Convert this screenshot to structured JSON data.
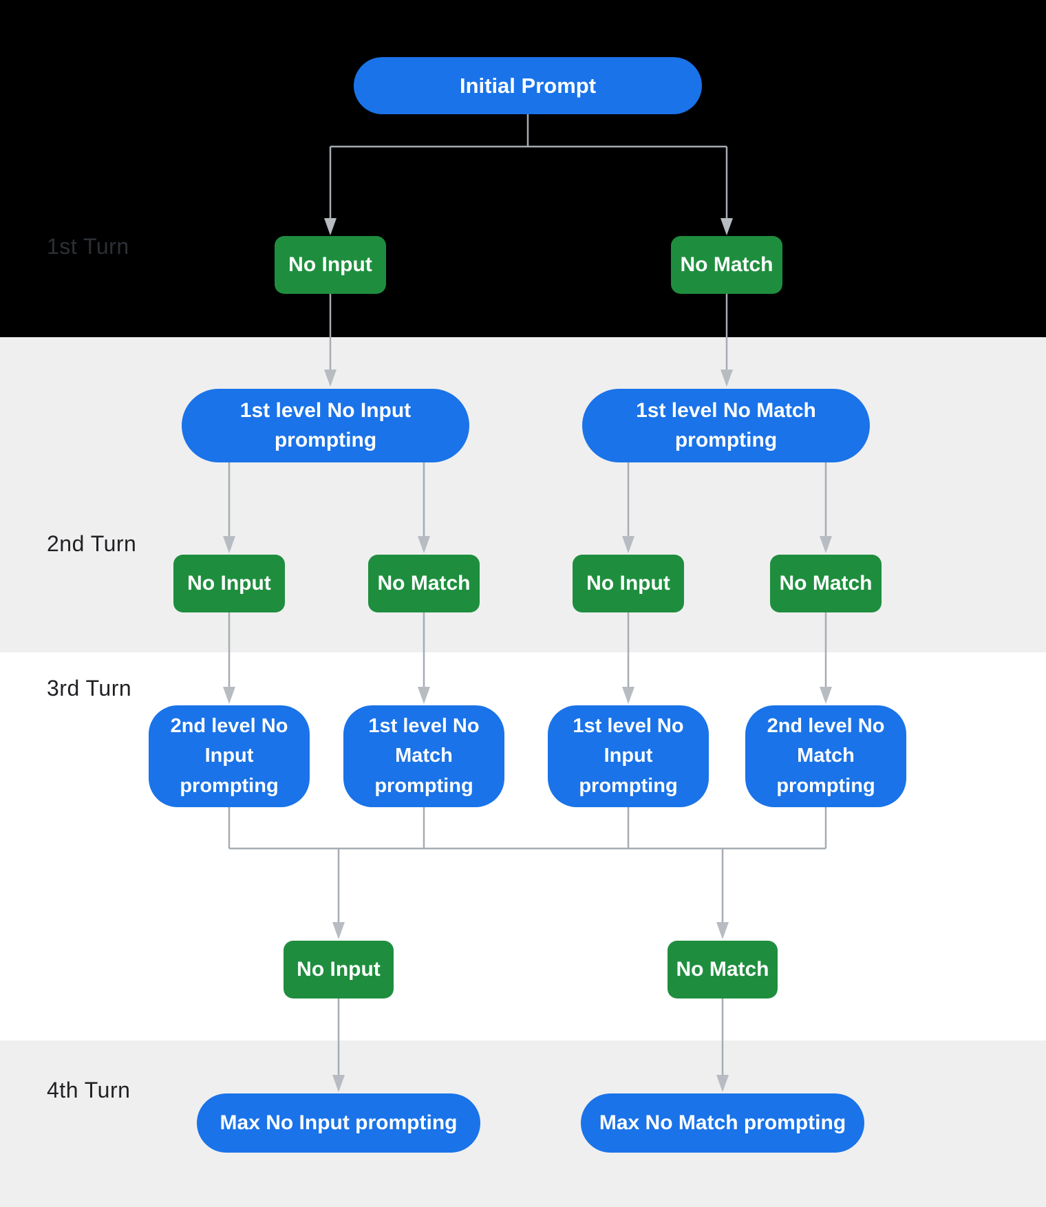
{
  "diagram": {
    "root": {
      "label": "Initial Prompt"
    },
    "turn_labels": [
      "1st Turn",
      "2nd Turn",
      "3rd Turn",
      "4th Turn"
    ],
    "turn1": {
      "no_input": "No Input",
      "no_match": "No Match"
    },
    "turn2": {
      "no_input_prompt": "1st level No Input prompting",
      "no_match_prompt": "1st level No Match prompting",
      "events": [
        "No Input",
        "No Match",
        "No Input",
        "No Match"
      ]
    },
    "turn3": {
      "prompts": [
        "2nd level No Input prompting",
        "1st level No Match prompting",
        "1st level No Input prompting",
        "2nd level No Match prompting"
      ],
      "no_input": "No Input",
      "no_match": "No Match"
    },
    "turn4": {
      "max_no_input": "Max No Input prompting",
      "max_no_match": "Max No Match prompting"
    },
    "colors": {
      "prompt_blue": "#1a73e8",
      "event_green": "#1e8e3e",
      "band_black": "#000000",
      "band_gray": "#efefef",
      "band_white": "#ffffff",
      "connector_line": "#a6acb2",
      "connector_arrowhead": "#b7bcc2",
      "turn_label_dark": "#202124",
      "turn_label_on_black": "#2c3036"
    }
  }
}
